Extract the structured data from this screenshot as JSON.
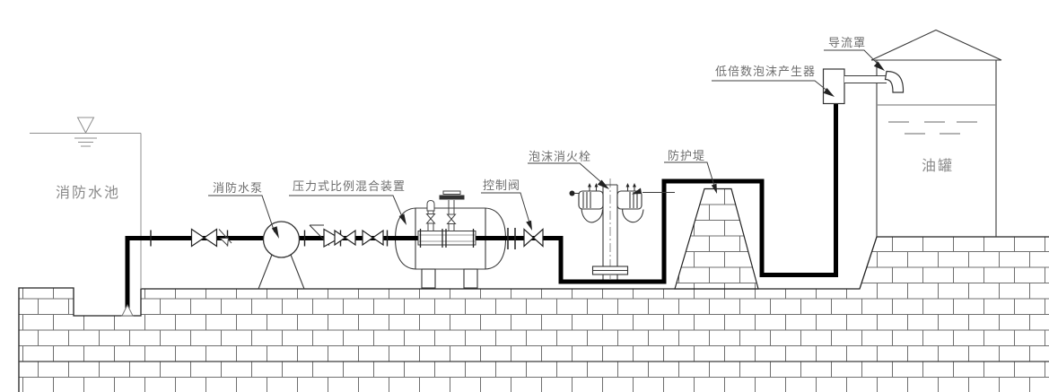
{
  "diagram": {
    "title_context": "foam fire-extinguishing system schematic",
    "labels": {
      "fire_water_pool": "消防水池",
      "fire_pump": "消防水泵",
      "mixing_device": "压力式比例混合装置",
      "control_valve": "控制阀",
      "foam_hydrant": "泡沫消火栓",
      "protective_dike": "防护堤",
      "foam_generator": "低倍数泡沫产生器",
      "deflector": "导流罩",
      "oil_tank": "油罐"
    },
    "colors": {
      "background": "#ffffff",
      "line": "#333333",
      "pipe": "#000000",
      "label_text": "#6e6e6e",
      "light_text": "#8a8a8a",
      "brick_line": "#6f6f6f"
    },
    "symbols": [
      "water-level-icon",
      "suction-strainer-icon",
      "gate-valve-icon",
      "flexible-joint-icon",
      "pump-icon",
      "check-valve-icon",
      "pressure-vessel-icon",
      "hydrant-icon",
      "dike-icon",
      "foam-generator-icon",
      "elbow-deflector-icon",
      "cone-roof-tank-icon",
      "brick-ground-icon"
    ]
  }
}
